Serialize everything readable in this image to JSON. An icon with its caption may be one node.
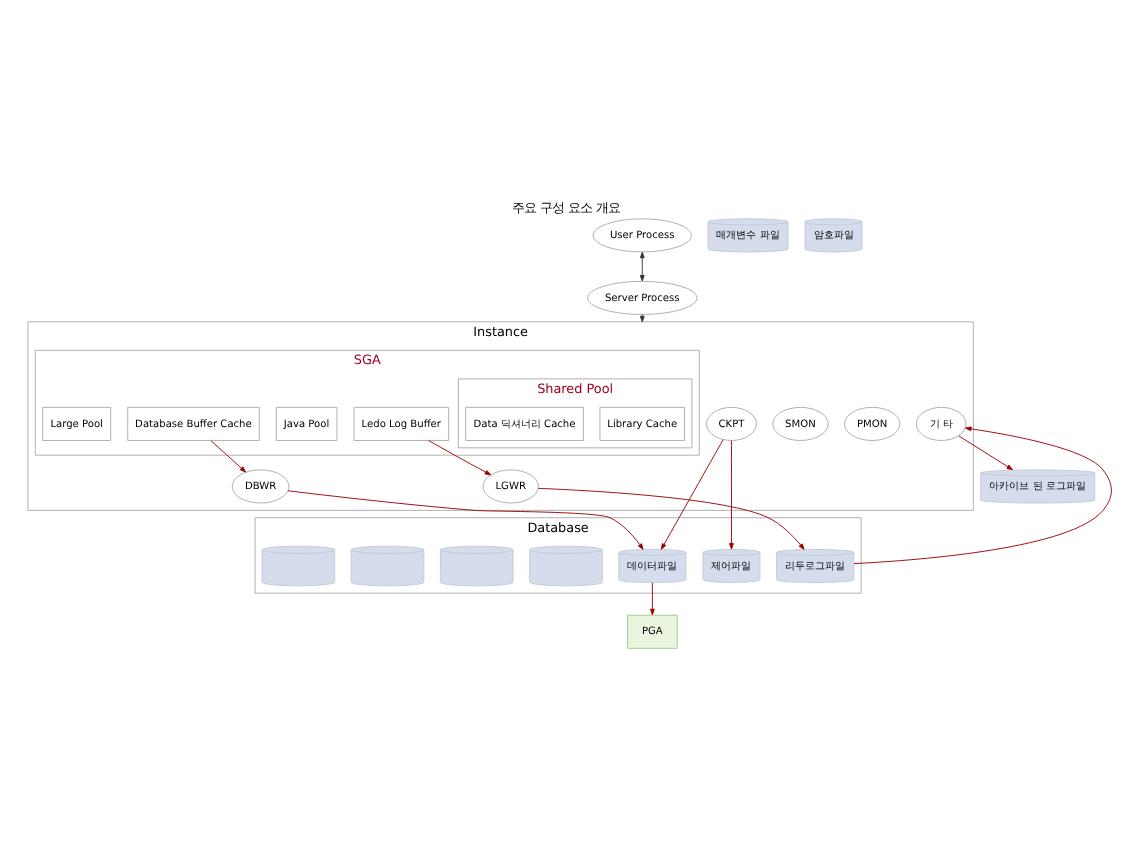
{
  "diagram": {
    "title": "주요 구성 요소 개요",
    "nodes": [
      {
        "text": [
          "User Process"
        ]
      },
      {
        "text": [
          "Server Process"
        ]
      },
      {
        "text": [
          "PGA"
        ]
      },
      {
        "text": [
          "Instance"
        ]
      },
      {
        "text": [
          "SGA"
        ],
        "in": 3
      },
      {
        "text": [
          "Shared Pool"
        ],
        "in": 4
      },
      {
        "text": [
          "Library Cache"
        ],
        "in": 5
      },
      {
        "text": [
          "Data 딕셔너리 Cache"
        ],
        "in": 5
      },
      {
        "text": [
          "Database Buffer Cache"
        ],
        "in": 4
      },
      {
        "text": [
          "Java Pool"
        ],
        "in": 4
      },
      {
        "text": [
          "Ledo Log Buffer"
        ],
        "in": 4
      },
      {
        "text": [
          "Large Pool"
        ],
        "in": 4
      },
      {
        "text": [
          "PMON"
        ],
        "in": 3
      },
      {
        "text": [
          "SMON"
        ],
        "in": 3
      },
      {
        "text": [
          "DBWR"
        ],
        "in": 3
      },
      {
        "text": [
          "CKPT"
        ],
        "in": 3
      },
      {
        "text": [
          "LGWR"
        ],
        "in": 3
      },
      {
        "text": [
          "기 타"
        ],
        "in": 3
      },
      {
        "text": [
          "Database"
        ]
      },
      {
        "text": [
          "데이터파일"
        ],
        "in": 18
      },
      {
        "text": [
          "제어파일"
        ],
        "in": 18
      },
      {
        "text": [
          "리두로그파일"
        ],
        "in": 18
      },
      {
        "text": [
          "매개변수 파일"
        ]
      },
      {
        "text": [
          "암호파일"
        ]
      },
      {
        "text": [
          "아카이브 된 로그파일"
        ]
      },
      {
        "text": [],
        "shape": "cylinder",
        "in": 18
      },
      {
        "text": [],
        "shape": "cylinder",
        "in": 18
      },
      {
        "text": [],
        "shape": "cylinder",
        "in": 18
      },
      {
        "text": [],
        "shape": "cylinder",
        "in": 18
      }
    ],
    "edges": [
      {
        "from": 0,
        "to": 1,
        "arrow": "both",
        "color": "#333333"
      },
      {
        "from": 1,
        "to": 3,
        "arrow": "to",
        "color": "#333333"
      },
      {
        "from": 8,
        "to": 14,
        "arrow": "to"
      },
      {
        "from": 10,
        "to": 16,
        "arrow": "to"
      },
      {
        "from": 14,
        "to": 19,
        "arrow": "to"
      },
      {
        "from": 15,
        "to": 19,
        "arrow": "to"
      },
      {
        "from": 15,
        "to": 20,
        "arrow": "to"
      },
      {
        "from": 16,
        "to": 21,
        "arrow": "to"
      },
      {
        "from": 19,
        "to": 2,
        "arrow": "to"
      },
      {
        "from": 21,
        "to": 17,
        "arrow": "to"
      },
      {
        "from": 17,
        "to": 24,
        "arrow": "to"
      }
    ]
  }
}
